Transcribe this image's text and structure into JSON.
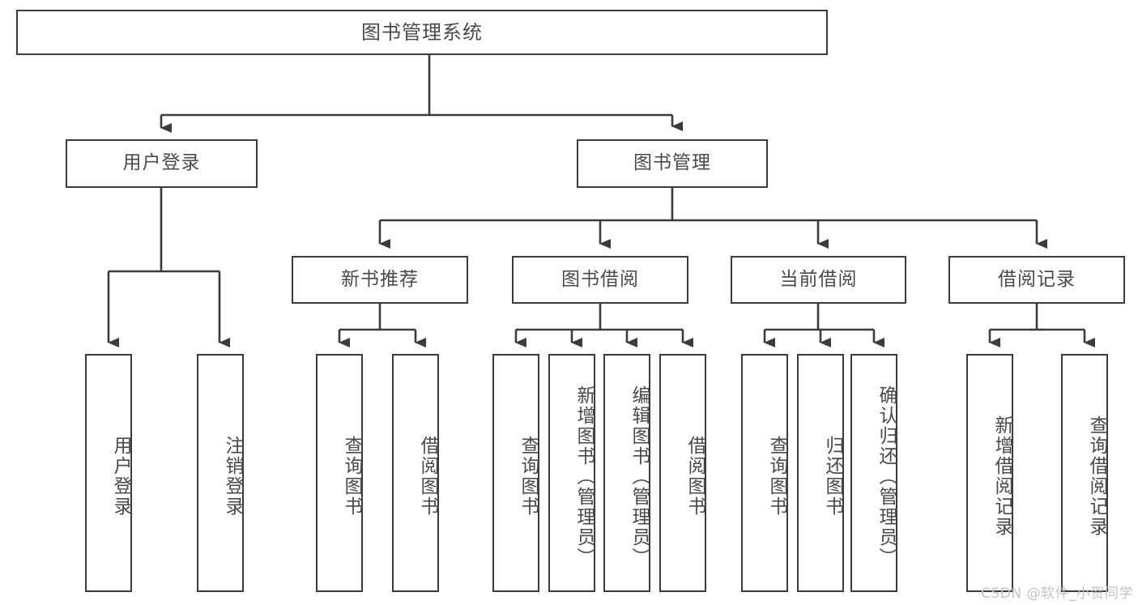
{
  "diagram": {
    "type": "tree",
    "title": "图书管理系统",
    "root": {
      "label": "图书管理系统"
    },
    "level2": [
      {
        "label": "用户登录"
      },
      {
        "label": "图书管理"
      }
    ],
    "level3": [
      {
        "label": "新书推荐"
      },
      {
        "label": "图书借阅"
      },
      {
        "label": "当前借阅"
      },
      {
        "label": "借阅记录"
      }
    ],
    "leaves": {
      "user_login": [
        {
          "label": "用户登录"
        },
        {
          "label": "注销登录"
        }
      ],
      "new_book_recommend": [
        {
          "label": "查询图书"
        },
        {
          "label": "借阅图书"
        }
      ],
      "book_borrow": [
        {
          "label": "查询图书"
        },
        {
          "label": "新增图书（管理员）"
        },
        {
          "label": "编辑图书（管理员）"
        },
        {
          "label": "借阅图书"
        }
      ],
      "current_borrow": [
        {
          "label": "查询图书"
        },
        {
          "label": "归还图书"
        },
        {
          "label": "确认归还（管理员）"
        }
      ],
      "borrow_record": [
        {
          "label": "新增借阅记录"
        },
        {
          "label": "查询借阅记录"
        }
      ]
    },
    "watermark": "CSDN @软件_小贺同学",
    "colors": {
      "stroke": "#3b3b3b",
      "text": "#4a4a4a",
      "background": "#ffffff",
      "watermark": "#c3c3c3"
    }
  }
}
